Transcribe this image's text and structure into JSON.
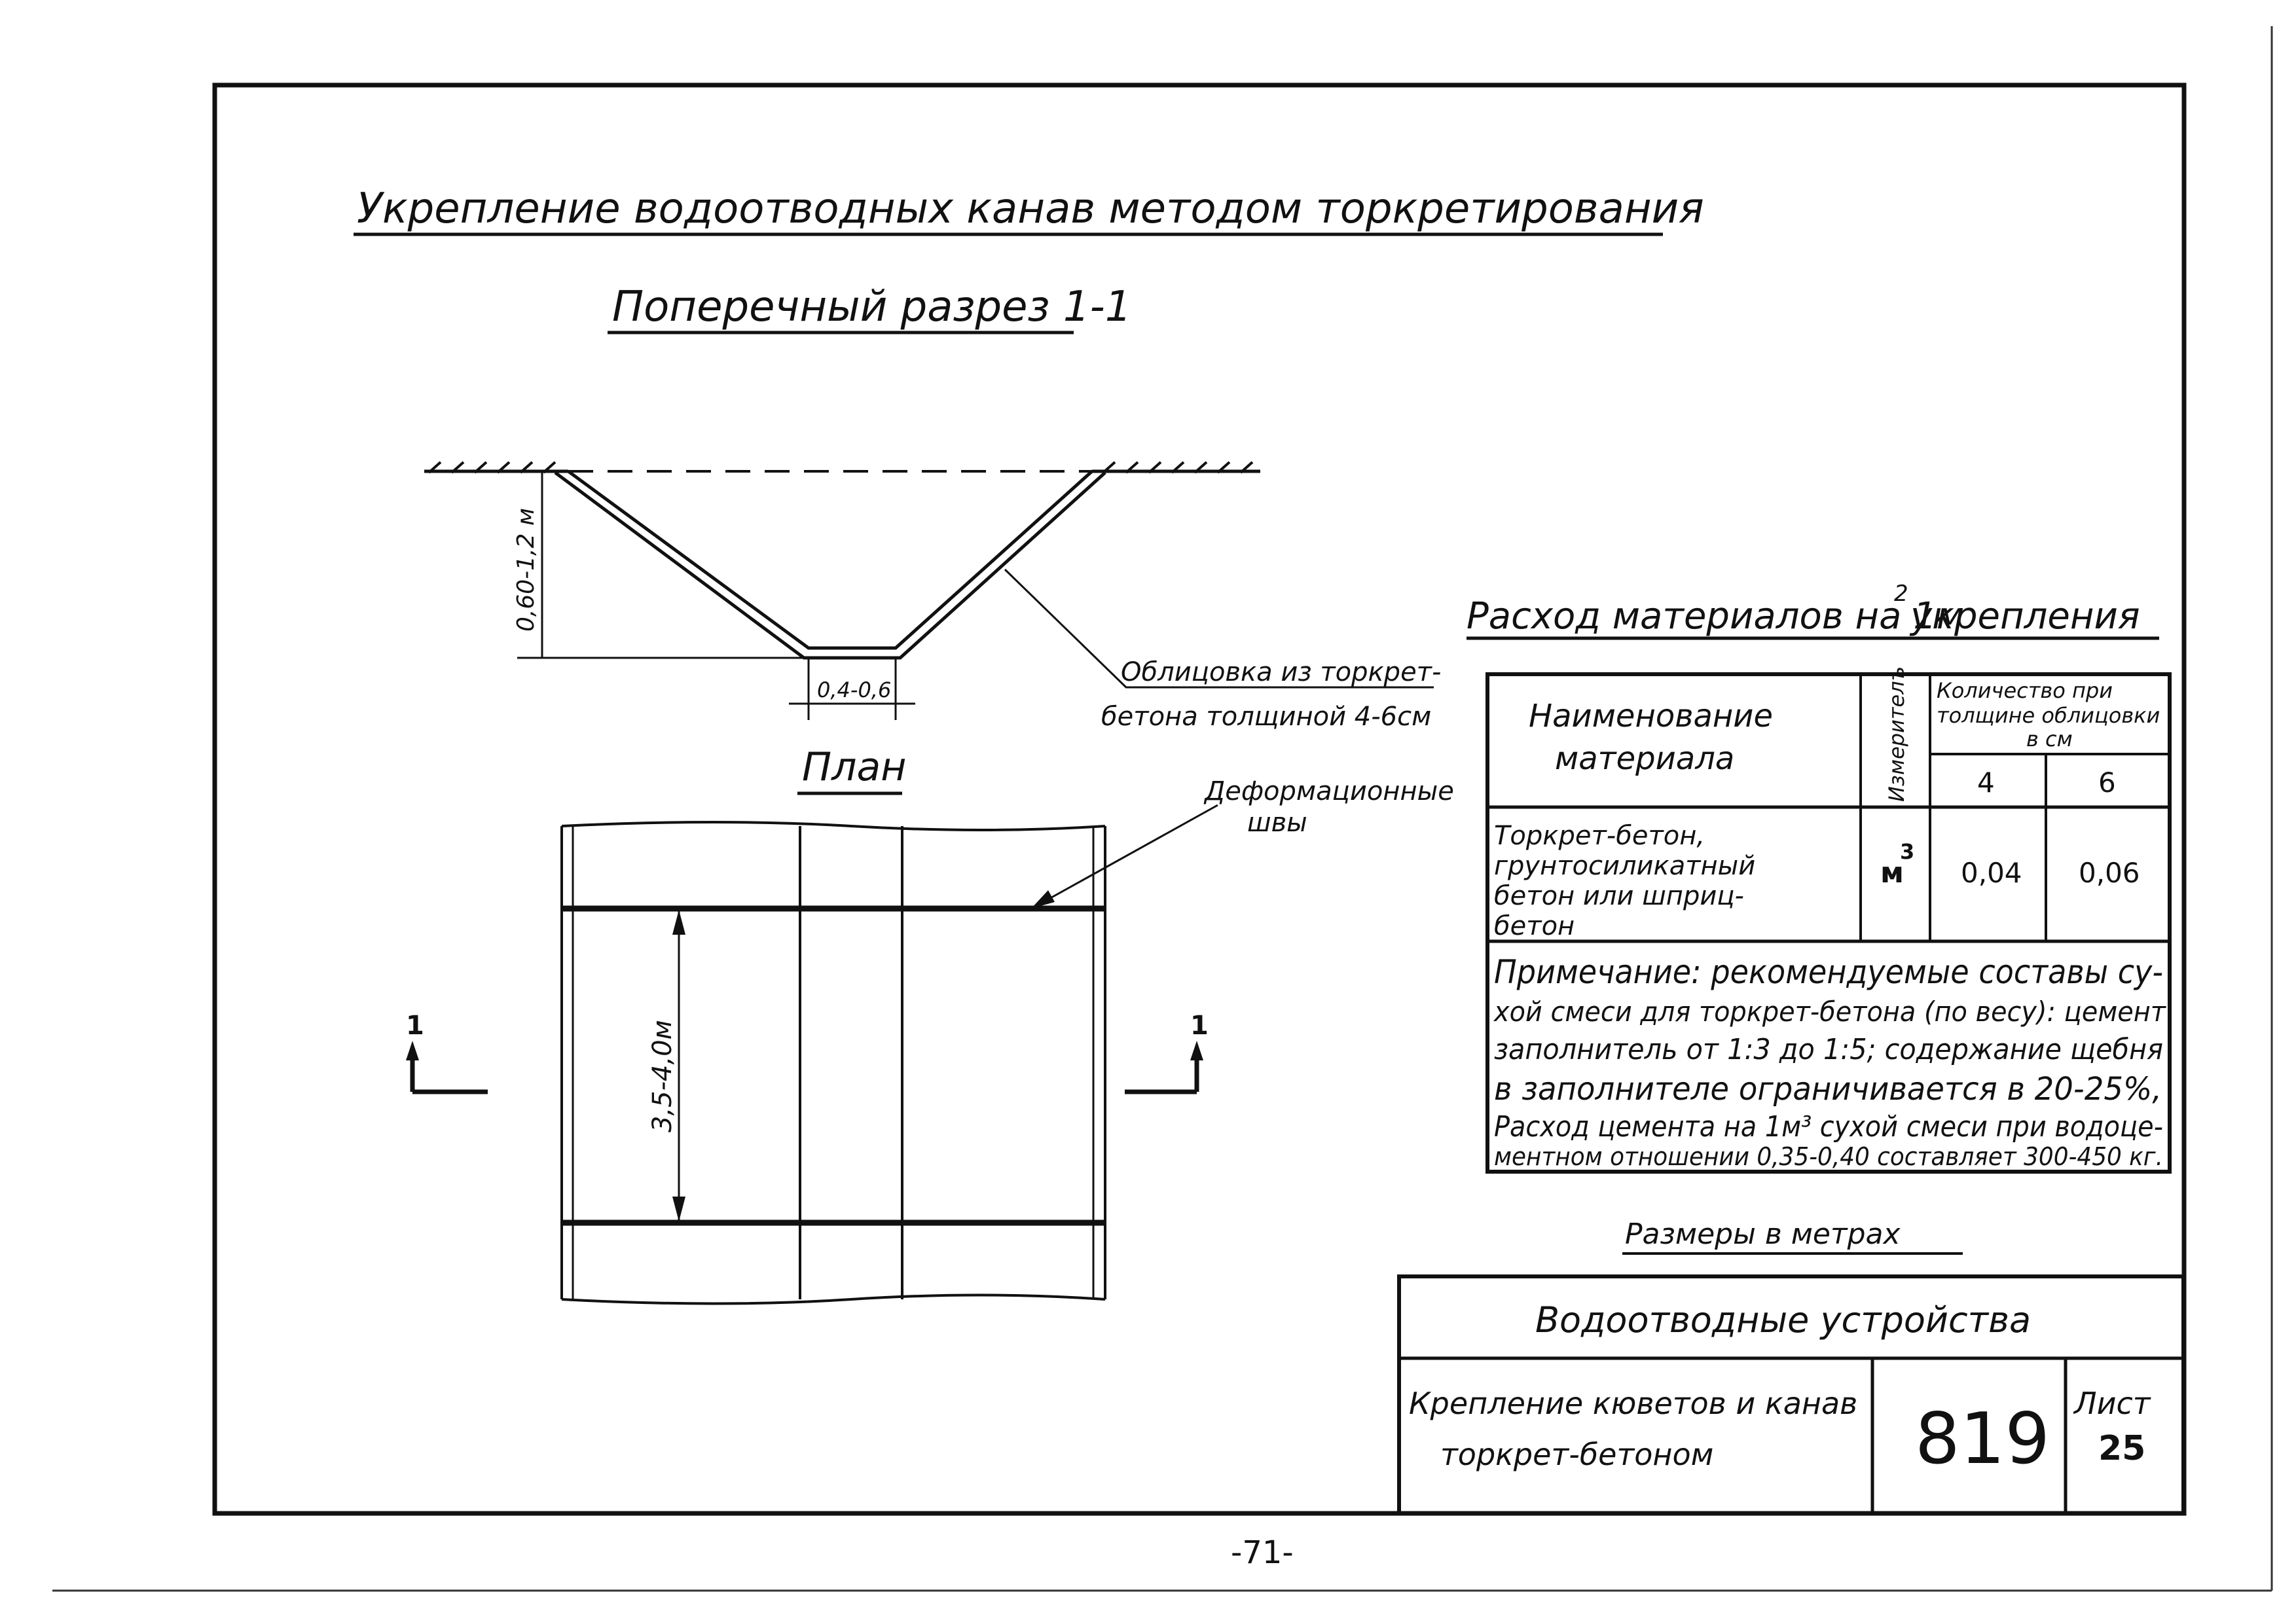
{
  "title": "Укрепление водоотводных канав методом торкретирования",
  "section": {
    "title": "Поперечный разрез 1-1",
    "depth": "0,60-1,2 м",
    "bottom_width": "0,4-0,6",
    "lining_note_line1": "Облицовка из торкрет-",
    "lining_note_line2": "бетона толщиной 4-6см"
  },
  "plan": {
    "title": "План",
    "joints_line1": "Деформационные",
    "joints_line2": "швы",
    "spacing": "3,5-4,0м",
    "cut_mark": "1"
  },
  "materials": {
    "title_prefix": "Расход материалов на 1м",
    "title_exp": "2",
    "title_suffix": "укрепления",
    "headers": {
      "name_line1": "Наименование",
      "name_line2": "материала",
      "unit": "Измерителъ",
      "qty_line1": "Количество при",
      "qty_line2": "толщине облицовки",
      "qty_line3": "в см",
      "col_4": "4",
      "col_6": "6"
    },
    "row": {
      "name_lines": [
        "Торкрет-бетон,",
        "грунтосиликатный",
        "бетон или шприц-",
        "бетон"
      ],
      "unit_base": "м",
      "unit_exp": "3",
      "v4": "0,04",
      "v6": "0,06"
    },
    "note_lines": [
      "Примечание: рекомендуемые составы су-",
      "хой смеси для торкрет-бетона (по весу): цемент",
      "заполнитель от 1:3 до 1:5; содержание щебня",
      "в заполнителе ограничивается в 20-25%,",
      "Расход цемента на 1м³ сухой смеси при водоце-",
      "ментном отношении 0,35-0,40 составляет 300-450 кг."
    ]
  },
  "dimensions_note": "Размеры в метрах",
  "title_block": {
    "category": "Водоотводные устройства",
    "name_line1": "Крепление кюветов и канав",
    "name_line2": "торкрет-бетоном",
    "number": "819",
    "sheet_label": "Лист",
    "sheet_number": "25"
  },
  "page_number": "-71-"
}
